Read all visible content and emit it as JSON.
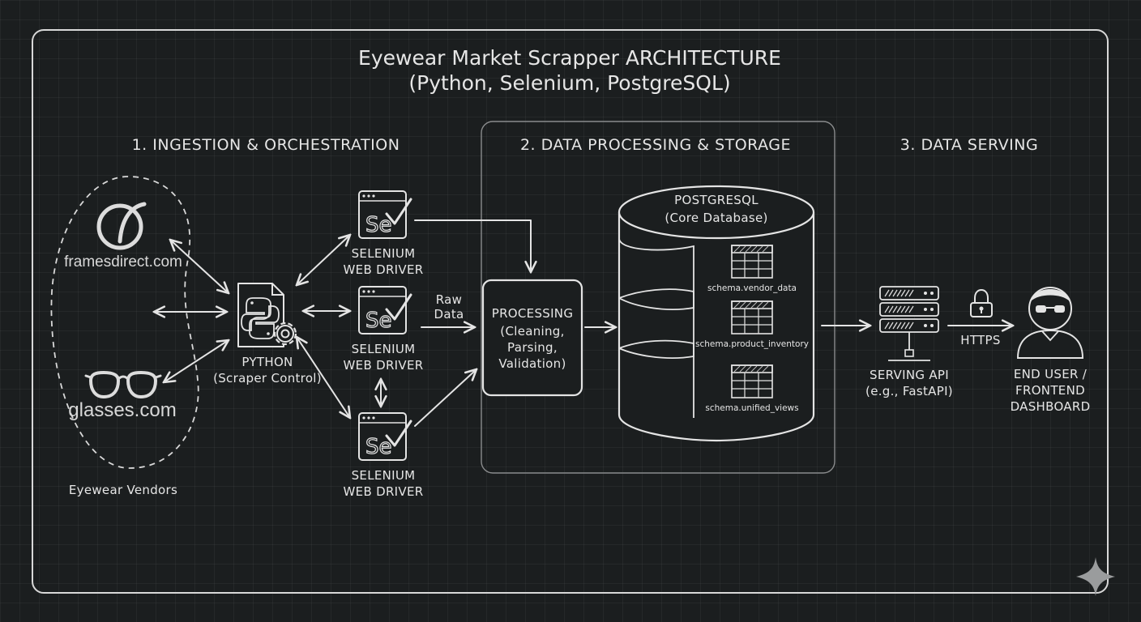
{
  "title": {
    "line1": "Eyewear Market Scrapper ARCHITECTURE",
    "line2": "(Python, Selenium, PostgreSQL)"
  },
  "sections": {
    "ingestion": "1. INGESTION & ORCHESTRATION",
    "processing": "2. DATA PROCESSING & STORAGE",
    "serving": "3. DATA SERVING"
  },
  "vendors": {
    "site1": "framesdirect.com",
    "site2": "glasses.com",
    "group_label": "Eyewear Vendors"
  },
  "python": {
    "line1": "PYTHON",
    "line2": "(Scraper Control)"
  },
  "selenium": [
    {
      "line1": "SELENIUM",
      "line2": "WEB DRIVER"
    },
    {
      "line1": "SELENIUM",
      "line2": "WEB DRIVER"
    },
    {
      "line1": "SELENIUM",
      "line2": "WEB DRIVER"
    }
  ],
  "raw_data": {
    "line1": "Raw",
    "line2": "Data"
  },
  "processing": {
    "line1": "PROCESSING",
    "line2": "(Cleaning,",
    "line3": "Parsing,",
    "line4": "Validation)"
  },
  "database": {
    "line1": "POSTGRESQL",
    "line2": "(Core Database)",
    "tables": [
      "schema.vendor_data",
      "schema.product_inventory",
      "schema.unified_views"
    ]
  },
  "serving_api": {
    "line1": "SERVING API",
    "line2": "(e.g., FastAPI)"
  },
  "https_label": "HTTPS",
  "end_user": {
    "line1": "END USER /",
    "line2": "FRONTEND",
    "line3": "DASHBOARD"
  },
  "icons": [
    "framesdirect-logo-icon",
    "glasses-icon",
    "python-icon",
    "gear-icon",
    "selenium-icon",
    "database-table-icon",
    "server-icon",
    "lock-icon",
    "user-icon",
    "sparkle-icon"
  ],
  "colors": {
    "background": "#1b1e1f",
    "stroke": "#e4e4e4"
  }
}
